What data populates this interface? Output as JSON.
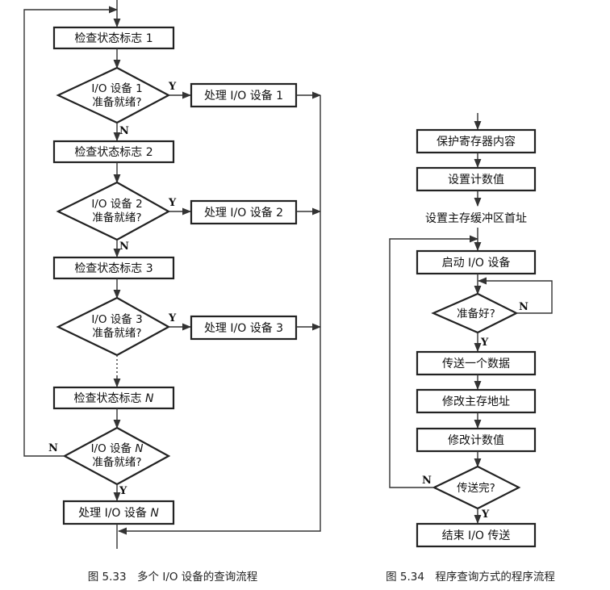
{
  "fig533": {
    "check1": "检查状态标志 1",
    "q1_line1": "I/O 设备 1",
    "q1_line2": "准备就绪?",
    "proc1": "处理 I/O 设备 1",
    "check2": "检查状态标志 2",
    "q2_line1": "I/O 设备 2",
    "q2_line2": "准备就绪?",
    "proc2": "处理 I/O 设备 2",
    "check3": "检查状态标志 3",
    "q3_line1": "I/O 设备 3",
    "q3_line2": "准备就绪?",
    "proc3": "处理 I/O 设备 3",
    "checkN_text": "检查状态标志 ",
    "checkN_var": "N",
    "qN_line1_text": "I/O 设备 ",
    "qN_line1_var": "N",
    "qN_line2": "准备就绪?",
    "procN_text": "处理 I/O 设备 ",
    "procN_var": "N",
    "yes": "Y",
    "no": "N",
    "caption": "图 5.33　多个 I/O 设备的查询流程"
  },
  "fig534": {
    "save": "保护寄存器内容",
    "setcount": "设置计数值",
    "setaddr": "设置主存缓冲区首址",
    "start": "启动 I/O 设备",
    "ready": "准备好?",
    "transfer": "传送一个数据",
    "modaddr": "修改主存地址",
    "modcount": "修改计数值",
    "done": "传送完?",
    "end": "结束 I/O 传送",
    "yes": "Y",
    "no": "N",
    "caption": "图 5.34　程序查询方式的程序流程"
  }
}
